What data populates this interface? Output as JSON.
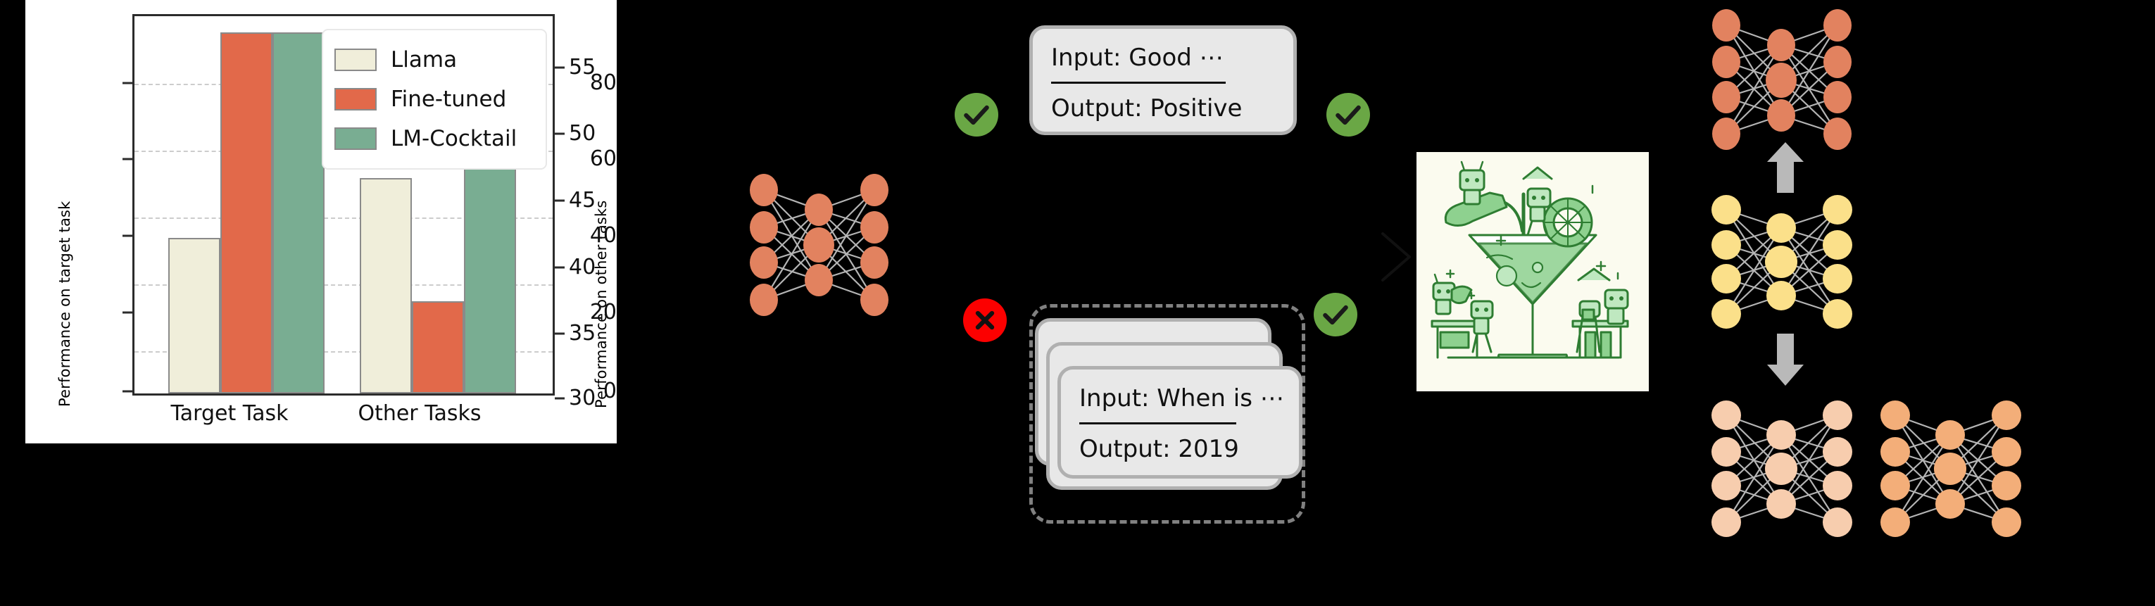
{
  "chart_data": {
    "type": "bar",
    "title": "",
    "xlabel": "",
    "categories": [
      "Target Task",
      "Other Tasks"
    ],
    "series": [
      {
        "name": "Llama",
        "color": "#f0eeda",
        "values_left_axis": [
          40.7,
          null
        ],
        "values_right_axis": [
          null,
          47.2
        ]
      },
      {
        "name": "Fine-tuned",
        "color": "#e2694a",
        "values_left_axis": [
          94.5,
          null
        ],
        "values_right_axis": [
          null,
          37.9
        ]
      },
      {
        "name": "LM-Cocktail",
        "color": "#79ad92",
        "values_left_axis": [
          94.5,
          null
        ],
        "values_right_axis": [
          null,
          48.7
        ]
      }
    ],
    "left_axis": {
      "label": "Performance on target task",
      "ticks": [
        0,
        20,
        40,
        60,
        80
      ],
      "ylim": [
        0,
        100
      ]
    },
    "right_axis": {
      "label": "Performance on other tasks",
      "ticks": [
        30,
        35,
        40,
        45,
        50,
        55
      ],
      "ylim": [
        30,
        57.5
      ]
    },
    "grid": true,
    "legend_position": "upper center",
    "legend_entries": [
      "Llama",
      "Fine-tuned",
      "LM-Cocktail"
    ]
  },
  "chart": {
    "legend": [
      {
        "label": "Llama",
        "color": "#f0eeda"
      },
      {
        "label": "Fine-tuned",
        "color": "#e2694a"
      },
      {
        "label": "LM-Cocktail",
        "color": "#79ad92"
      }
    ],
    "left_axis_title": "Performance on target task",
    "right_axis_title": "Performance on other tasks",
    "left_ticks": [
      "80",
      "60",
      "40",
      "20",
      "0"
    ],
    "right_ticks": [
      "55",
      "50",
      "45",
      "40",
      "35",
      "30"
    ],
    "x_labels": [
      "Target Task",
      "Other Tasks"
    ]
  },
  "diagram": {
    "positive_card": {
      "input": "Input: Good ⋯",
      "output": "Output: Positive"
    },
    "other_card": {
      "input": "Input: When is ⋯",
      "output": "Output: 2019"
    },
    "badges": {
      "check_glyph": "✓",
      "cross_glyph": "✕"
    },
    "colors": {
      "fine_tuned_net": "#e2825f",
      "base_net": "#fbe08a",
      "merged_net_light": "#f7cdae",
      "merged_net_dark": "#f3ae79",
      "edge": "#b5b5b5",
      "arrow": "#b9b9b9",
      "badge_check": "#6aa745",
      "badge_cross": "#fc0000",
      "card_fill": "#e8e8e8",
      "card_border": "#b0b0b0",
      "dashed_border": "#808080",
      "cocktail_bg": "#fbfbef",
      "cocktail_ink": "#2e7d32",
      "cocktail_fill": "#78c87a"
    },
    "icon_names": {
      "arrow_up": "arrow-up-icon",
      "arrow_down": "arrow-down-icon",
      "chevron_right": "chevron-right-icon",
      "cocktail": "lm-cocktail-illustration"
    }
  }
}
